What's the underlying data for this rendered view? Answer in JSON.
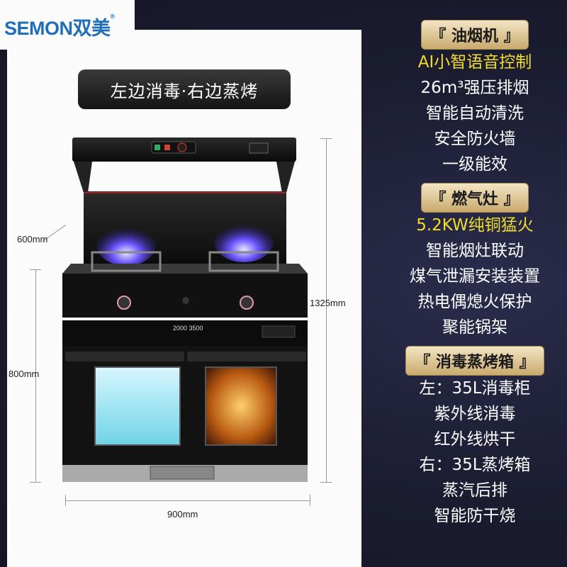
{
  "brand": {
    "name": "SEMON",
    "name_cn": "双美",
    "mark": "®"
  },
  "headline": "左边消毒·右边蒸烤",
  "dimensions": {
    "hood_depth": "600mm",
    "cabinet_height": "800mm",
    "total_height": "1325mm",
    "width": "900mm"
  },
  "oven_panel": {
    "display": "2000 3500"
  },
  "specs": {
    "hood": {
      "title": "『 油烟机 』",
      "lines": [
        "AI小智语音控制",
        "26m³强压排烟",
        "智能自动清洗",
        "安全防火墙",
        "一级能效"
      ]
    },
    "stove": {
      "title": "『 燃气灶 』",
      "lines": [
        "5.2KW纯铜猛火",
        "智能烟灶联动",
        "煤气泄漏安装装置",
        "热电偶熄火保护",
        "聚能锅架"
      ]
    },
    "cabinet": {
      "title": "『 消毒蒸烤箱 』",
      "lines": [
        "左：35L消毒柜",
        "紫外线消毒",
        "红外线烘干",
        "右：35L蒸烤箱",
        "蒸汽后排",
        "智能防干烧"
      ]
    }
  },
  "colors": {
    "highlight": "#f2dc2c",
    "brand_blue": "#1f6fb8",
    "gold": "#d4b87a",
    "background": "#1c1d33"
  }
}
